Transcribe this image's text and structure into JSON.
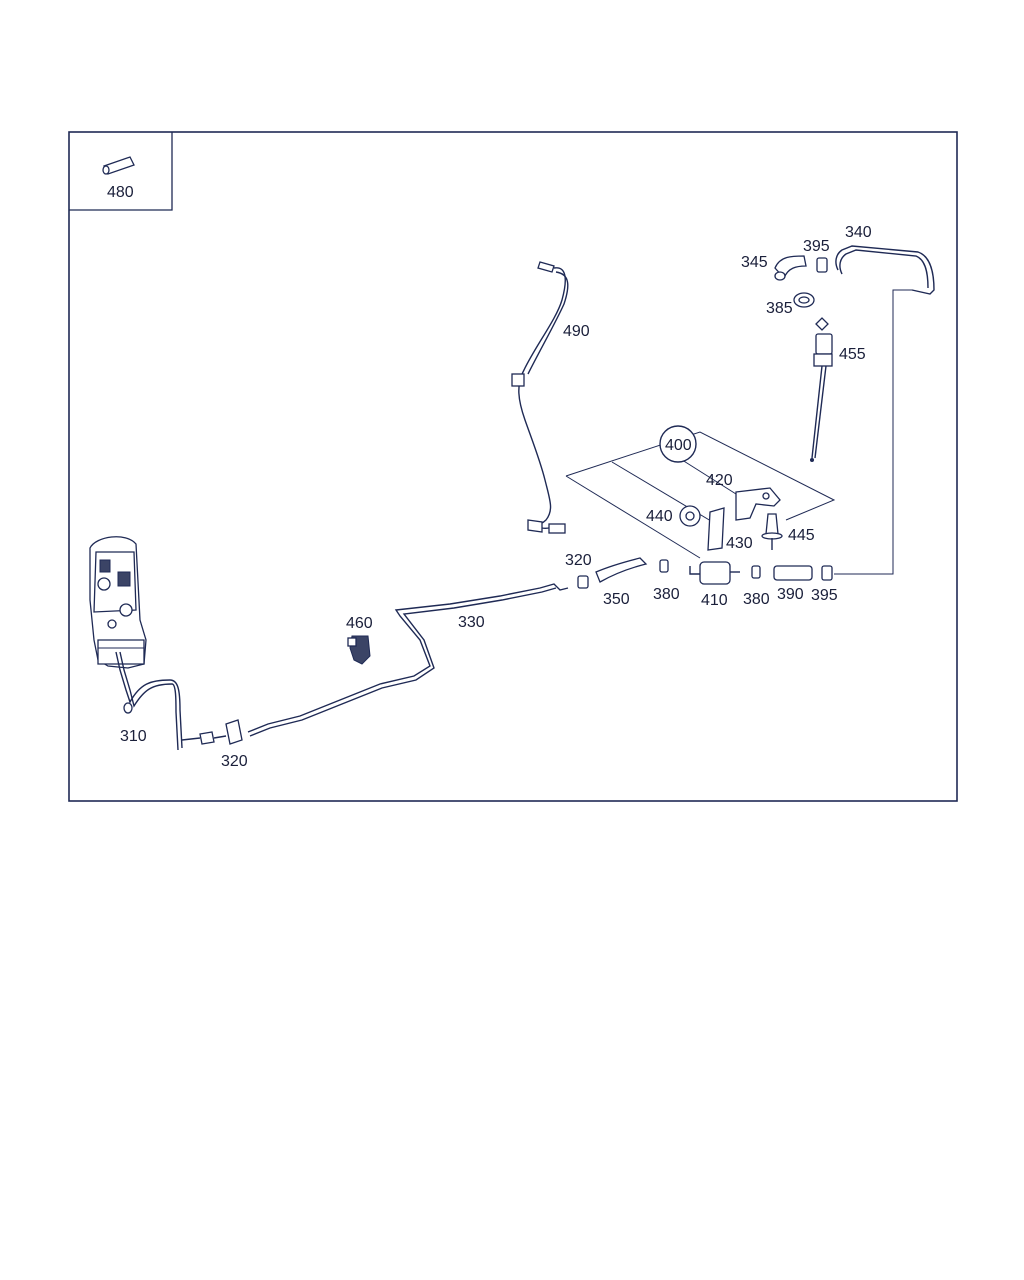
{
  "labels": {
    "p480": "480",
    "p490": "490",
    "p340": "340",
    "p395a": "395",
    "p345": "345",
    "p385": "385",
    "p455": "455",
    "p400": "400",
    "p420": "420",
    "p440": "440",
    "p430": "430",
    "p445": "445",
    "p320a": "320",
    "p350": "350",
    "p380a": "380",
    "p410": "410",
    "p380b": "380",
    "p390": "390",
    "p395b": "395",
    "p460": "460",
    "p330": "330",
    "p310": "310",
    "p320b": "320"
  },
  "colors": {
    "line": "#1f2a55",
    "text": "#1a1f3a",
    "background": "#ffffff"
  }
}
